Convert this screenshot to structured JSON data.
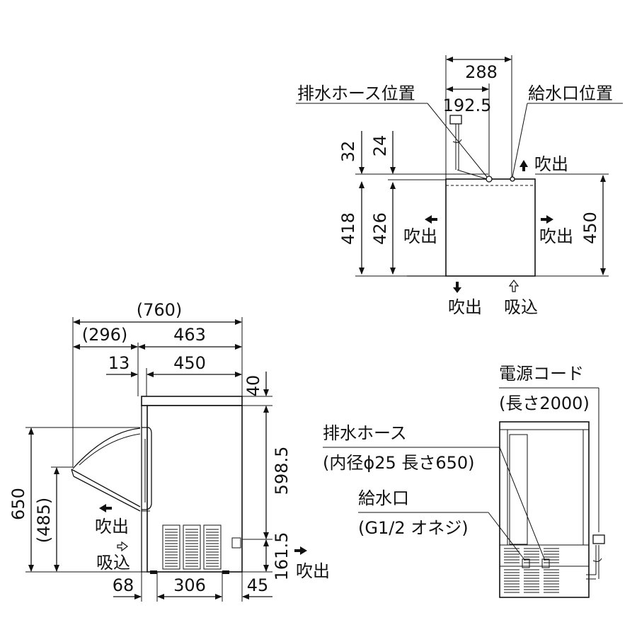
{
  "top_view": {
    "dims": {
      "width_288": "288",
      "drain_192_5": "192.5",
      "d32": "32",
      "d24": "24",
      "d418": "418",
      "d426": "426",
      "d450": "450"
    },
    "labels": {
      "drain_hose_position": "排水ホース位置",
      "water_inlet_position": "給水口位置",
      "exhaust_top": "吹出",
      "exhaust_left": "吹出",
      "exhaust_right": "吹出",
      "exhaust_bottom": "吹出",
      "intake_bottom": "吸込"
    }
  },
  "side_view": {
    "dims": {
      "total_760": "(760)",
      "d296": "(296)",
      "d463": "463",
      "d13": "13",
      "d450": "450",
      "d40": "40",
      "d598_5": "598.5",
      "d161_5": "161.5",
      "d650": "650",
      "d485": "(485)",
      "d68": "68",
      "d306": "306",
      "d45": "45"
    },
    "labels": {
      "exhaust_front": "吹出",
      "intake_front": "吸込",
      "exhaust_rear": "吹出"
    }
  },
  "rear_view": {
    "labels": {
      "power_cord": "電源コード",
      "power_cord_length": "(長さ2000)",
      "drain_hose": "排水ホース",
      "drain_hose_spec": "(内径ϕ25 長さ650)",
      "water_inlet": "給水口",
      "water_inlet_spec": "(G1/2 オネジ)"
    }
  },
  "icons": {
    "solid_arrow": "solid-arrow-icon",
    "hollow_arrow": "hollow-arrow-icon",
    "plug": "plug-icon"
  }
}
